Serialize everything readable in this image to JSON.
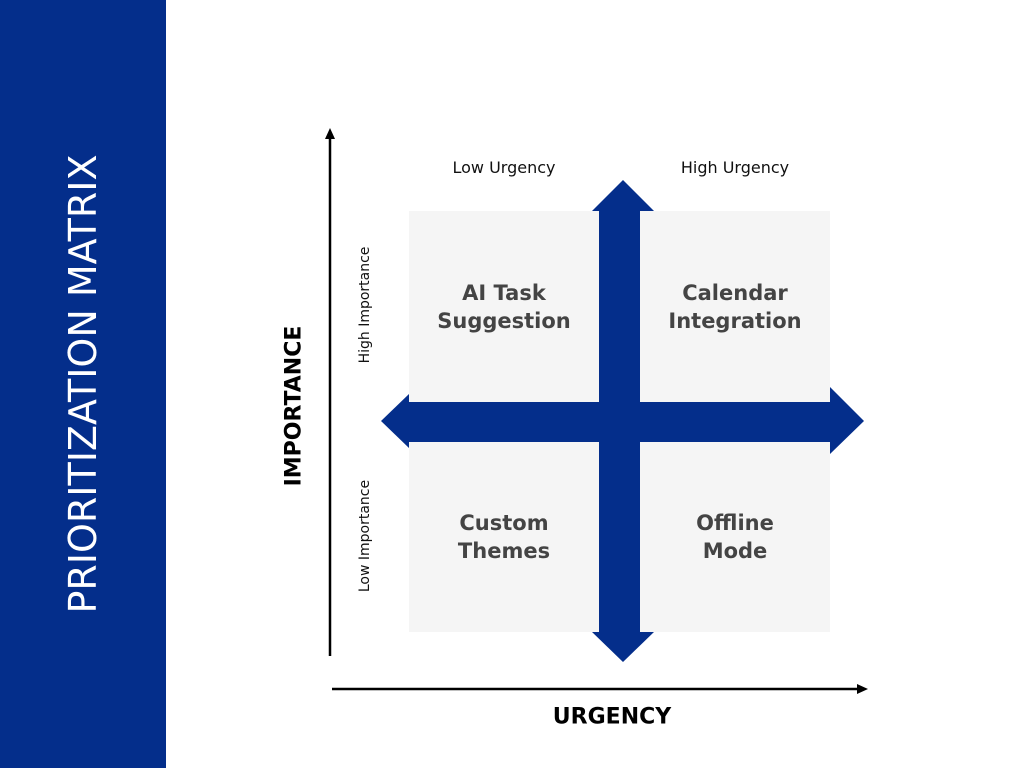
{
  "title": "PRIORITIZATION MATRIX",
  "colors": {
    "accent": "#042e8b",
    "quadrant_bg": "#f5f5f5",
    "quadrant_text": "#444444"
  },
  "axes": {
    "x_title": "URGENCY",
    "y_title": "IMPORTANCE",
    "columns": [
      "Low Urgency",
      "High Urgency"
    ],
    "rows": [
      "High Importance",
      "Low Importance"
    ]
  },
  "quadrants": [
    {
      "label": "AI Task\nSuggestion",
      "urgency": "Low",
      "importance": "High"
    },
    {
      "label": "Calendar\nIntegration",
      "urgency": "High",
      "importance": "High"
    },
    {
      "label": "Custom\nThemes",
      "urgency": "Low",
      "importance": "Low"
    },
    {
      "label": "Offline\nMode",
      "urgency": "High",
      "importance": "Low"
    }
  ]
}
